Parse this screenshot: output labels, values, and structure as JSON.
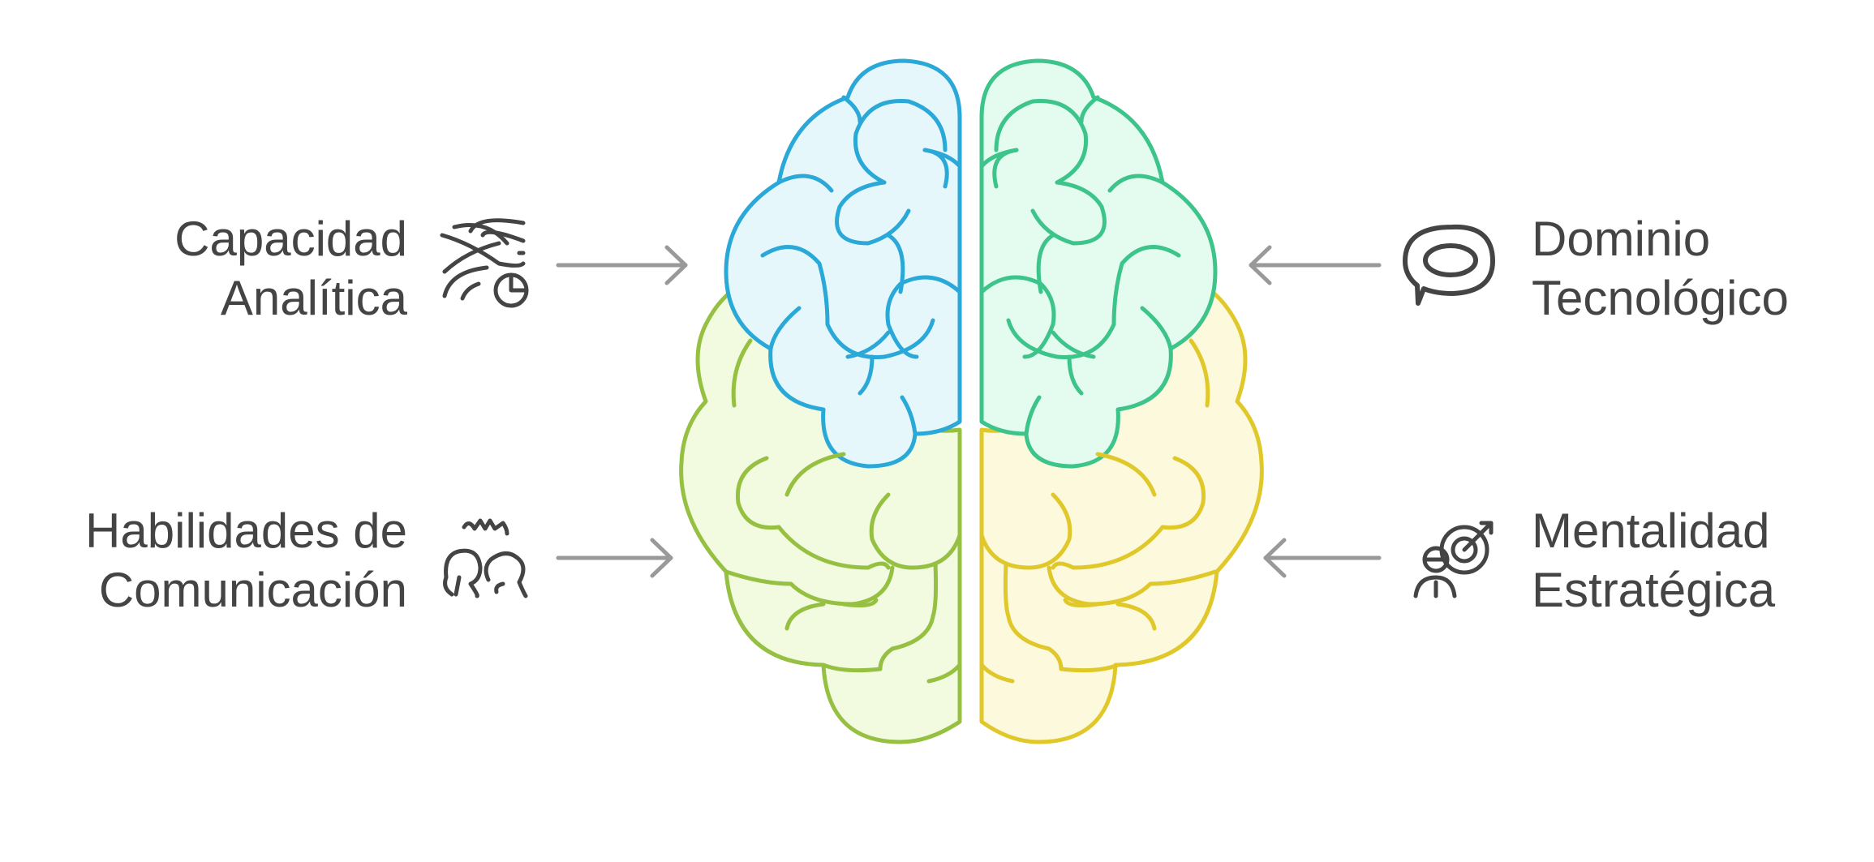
{
  "items": {
    "capacidad": {
      "line1": "Capacidad",
      "line2": "Analítica",
      "icon": "analytics-icon",
      "color": "#2aa8d8"
    },
    "dominio": {
      "line1": "Dominio",
      "line2": "Tecnológico",
      "icon": "speech-bubble-icon",
      "color": "#3cc48a"
    },
    "habilidades": {
      "line1": "Habilidades de",
      "line2": "Comunicación",
      "icon": "two-people-talking-icon",
      "color": "#96c042"
    },
    "mentalidad": {
      "line1": "Mentalidad",
      "line2": "Estratégica",
      "icon": "target-person-icon",
      "color": "#e0c82a"
    }
  },
  "colors": {
    "text": "#444444",
    "arrow": "#999999",
    "blue_stroke": "#2aa8d8",
    "blue_fill": "#e6f7fc",
    "green_stroke": "#3cc48a",
    "green_fill": "#e4fbf0",
    "lime_stroke": "#96c042",
    "lime_fill": "#f2fadf",
    "yellow_stroke": "#e0c82a",
    "yellow_fill": "#fdf9dc"
  }
}
